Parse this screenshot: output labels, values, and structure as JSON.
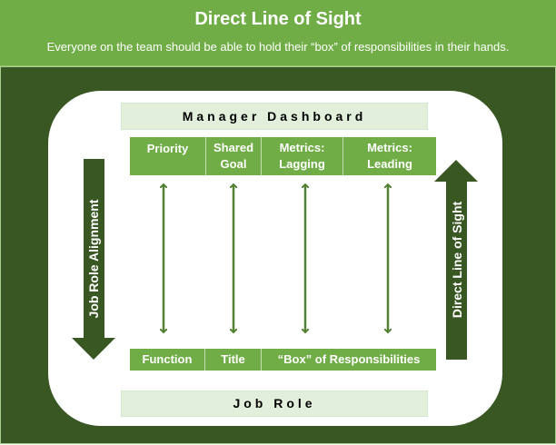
{
  "header": {
    "title": "Direct Line of Sight",
    "subtitle": "Everyone on the team should be able to hold their “box” of responsibilities in their hands."
  },
  "manager_dashboard": {
    "label": "Manager Dashboard",
    "columns": [
      {
        "line1": "Priority",
        "line2": ""
      },
      {
        "line1": "Shared",
        "line2": "Goal"
      },
      {
        "line1": "Metrics:",
        "line2": "Lagging"
      },
      {
        "line1": "Metrics:",
        "line2": "Leading"
      }
    ]
  },
  "job_role": {
    "label": "Job Role",
    "columns": [
      "Function",
      "Title",
      "“Box” of Responsibilities"
    ]
  },
  "side_arrows": {
    "left": {
      "label": "Job Role Alignment",
      "direction": "down"
    },
    "right": {
      "label": "Direct Line of Sight",
      "direction": "up"
    }
  },
  "connectors": {
    "count": 4,
    "style": "double-headed"
  },
  "colors": {
    "header_green": "#70ad47",
    "dark_green": "#385723",
    "light_green": "#e2efda",
    "connector_green": "#548235"
  }
}
